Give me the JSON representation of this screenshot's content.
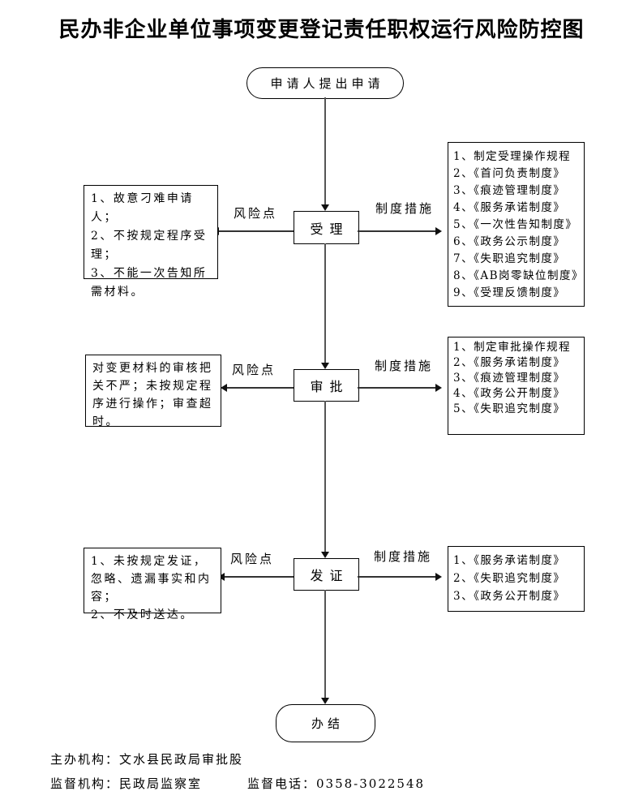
{
  "title": "民办非企业单位事项变更登记责任职权运行风险防控图",
  "colors": {
    "background": "#ffffff",
    "ink": "#000000",
    "line": "#333333"
  },
  "flow": {
    "start_label": "申请人提出申请",
    "end_label": "办结",
    "stages": [
      {
        "name": "受理",
        "risk_label": "风险点",
        "measure_label": "制度措施",
        "risks": [
          "1、故意刁难申请人；",
          "2、不按规定程序受理；",
          "3、不能一次告知所需材料。"
        ],
        "measures": [
          "1、制定受理操作规程",
          "2、《首问负责制度》",
          "3、《痕迹管理制度》",
          "4、《服务承诺制度》",
          "5、《一次性告知制度》",
          "6、《政务公示制度》",
          "7、《失职追究制度》",
          "8、《AB岗零缺位制度》",
          "9、《受理反馈制度》"
        ]
      },
      {
        "name": "审批",
        "risk_label": "风险点",
        "measure_label": "制度措施",
        "risks": [
          "对变更材料的审核把关不严；未按规定程序进行操作；审查超时。"
        ],
        "measures": [
          "1、制定审批操作规程",
          "2、《服务承诺制度》",
          "3、《痕迹管理制度》",
          "4、《政务公开制度》",
          "5、《失职追究制度》"
        ]
      },
      {
        "name": "发证",
        "risk_label": "风险点",
        "measure_label": "制度措施",
        "risks": [
          "1、未按规定发证，忽略、遗漏事实和内容；",
          "2、不及时送达。"
        ],
        "measures": [
          "1、《服务承诺制度》",
          "2、《失职追究制度》",
          "3、《政务公开制度》"
        ]
      }
    ]
  },
  "footer": {
    "line1": "主办机构：文水县民政局审批股",
    "line2_left": "监督机构：民政局监察室",
    "line2_right": "监督电话：0358-3022548"
  }
}
